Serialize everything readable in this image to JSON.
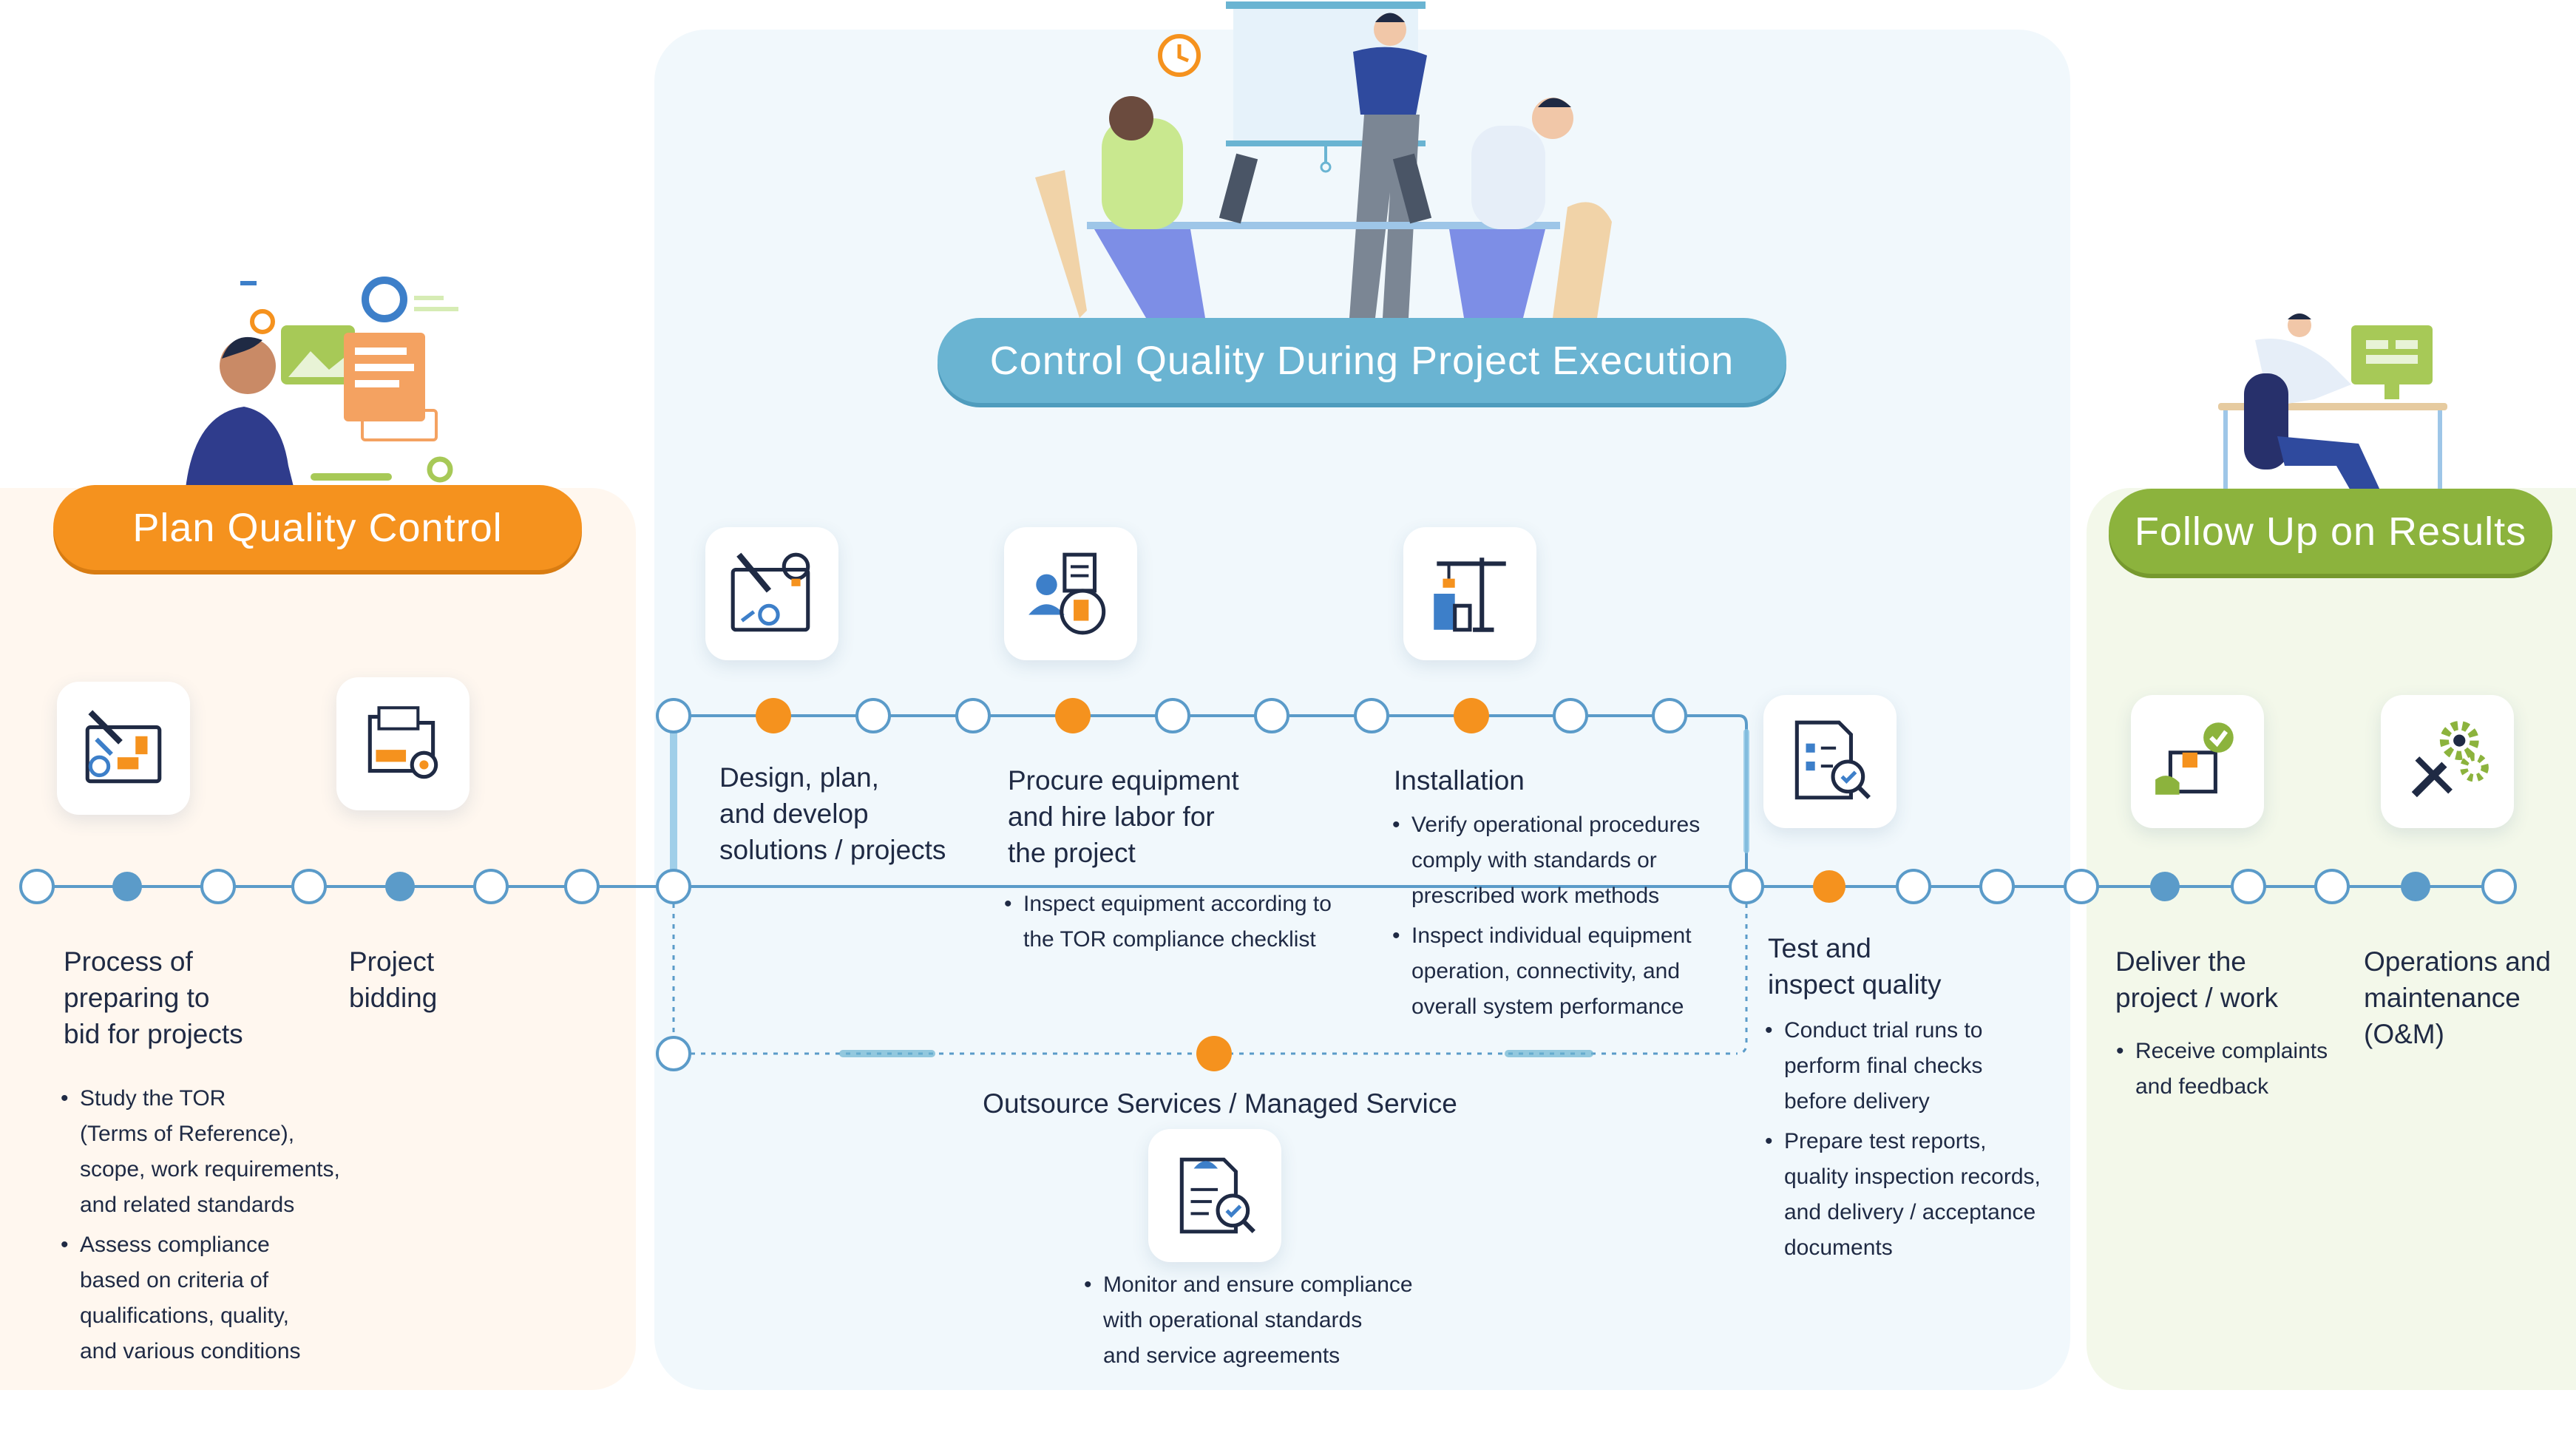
{
  "colors": {
    "orange": "#f5921e",
    "blue": "#6ab4d2",
    "green": "#8cb33d",
    "line": "#5b9bc9",
    "navy": "#1f2a44"
  },
  "plan": {
    "title": "Plan Quality Control",
    "icons": [
      "blueprint-tools-icon",
      "document-gear-icon"
    ],
    "stages": [
      {
        "heading": "Process of\npreparing to\nbid for projects",
        "bullets": [
          "Study the TOR\n(Terms of Reference),\nscope, work requirements,\nand related standards",
          "Assess compliance\nbased on criteria of\nqualifications, quality,\nand various conditions"
        ]
      },
      {
        "heading": "Project\nbidding",
        "bullets": []
      }
    ]
  },
  "execution": {
    "title": "Control Quality During Project Execution",
    "icons": [
      "design-plan-icon",
      "procurement-icon",
      "construction-crane-icon",
      "checklist-inspect-icon",
      "outsource-inspect-icon"
    ],
    "stages": [
      {
        "heading": "Design, plan,\nand develop\nsolutions / projects",
        "bullets": []
      },
      {
        "heading": "Procure equipment\nand hire labor for\nthe project",
        "bullets": [
          "Inspect equipment according to\nthe TOR compliance checklist"
        ]
      },
      {
        "heading": "Installation",
        "bullets": [
          "Verify operational procedures\ncomply with standards or\nprescribed work methods",
          "Inspect individual equipment\noperation, connectivity, and\noverall system performance"
        ]
      },
      {
        "heading": "Test and\ninspect quality",
        "bullets": [
          "Conduct trial runs to\nperform final checks\nbefore delivery",
          "Prepare test reports,\nquality inspection records,\nand delivery / acceptance\ndocuments"
        ]
      }
    ],
    "outsource": {
      "heading": "Outsource Services / Managed Service",
      "bullets": [
        "Monitor and ensure compliance\nwith operational standards\nand service agreements"
      ]
    }
  },
  "follow": {
    "title": "Follow Up on Results",
    "icons": [
      "box-check-icon",
      "wrench-gear-icon"
    ],
    "stages": [
      {
        "heading": "Deliver the\nproject / work",
        "bullets": [
          "Receive complaints\nand feedback"
        ]
      },
      {
        "heading": "Operations and\nmaintenance\n(O&M)",
        "bullets": []
      }
    ]
  }
}
